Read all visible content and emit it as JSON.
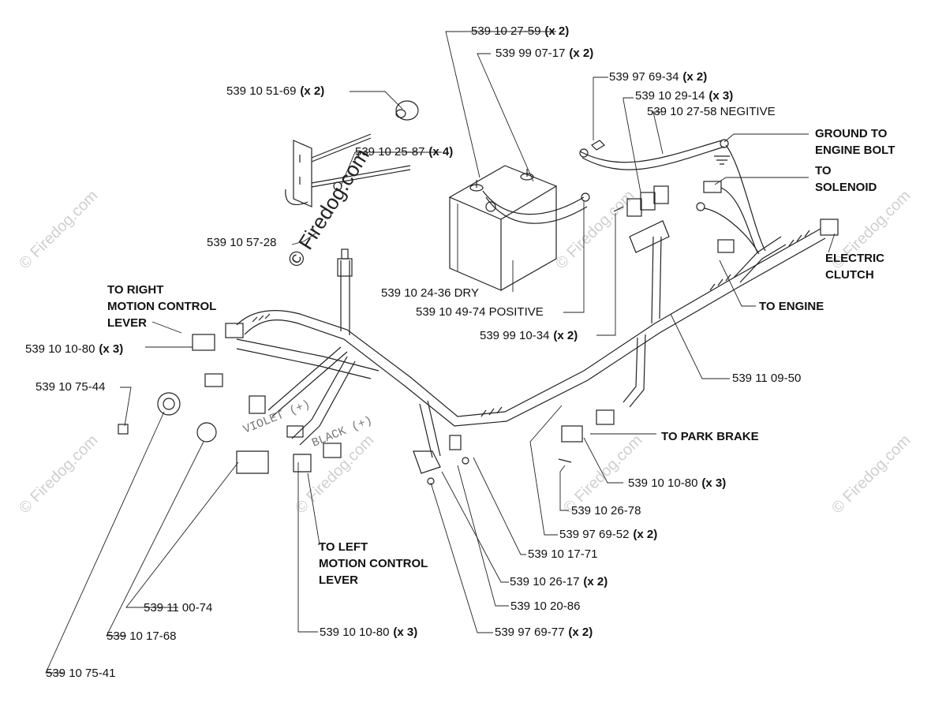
{
  "watermarks": {
    "main": "© Firedog.com",
    "small": "© Firedog.com"
  },
  "wire_text": {
    "violet": "VIOLET (+)",
    "black": "BLACK (+)"
  },
  "parts": {
    "p_27_59": {
      "num": "539 10 27-59",
      "qty": "(x 2)"
    },
    "p_07_17": {
      "num": "539 99 07-17",
      "qty": "(x 2)"
    },
    "p_69_34": {
      "num": "539 97 69-34",
      "qty": "(x 2)"
    },
    "p_29_14": {
      "num": "539 10 29-14",
      "qty": "(x 3)"
    },
    "p_27_58": {
      "num": "539 10 27-58 NEGITIVE",
      "qty": ""
    },
    "p_51_69": {
      "num": "539 10 51-69",
      "qty": "(x 2)"
    },
    "p_25_87": {
      "num": "539 10 25-87",
      "qty": "(x 4)"
    },
    "p_57_28": {
      "num": "539 10 57-28",
      "qty": ""
    },
    "p_24_36": {
      "num": "539 10 24-36 DRY",
      "qty": ""
    },
    "p_49_74": {
      "num": "539 10 49-74 POSITIVE",
      "qty": ""
    },
    "p_10_34": {
      "num": "539 99 10-34",
      "qty": "(x 2)"
    },
    "p_10_80_a": {
      "num": "539 10 10-80",
      "qty": "(x 3)"
    },
    "p_75_44": {
      "num": "539 10 75-44",
      "qty": ""
    },
    "p_09_50": {
      "num": "539 11 09-50",
      "qty": ""
    },
    "p_10_80_b": {
      "num": "539 10 10-80",
      "qty": "(x 3)"
    },
    "p_26_78": {
      "num": "539 10 26-78",
      "qty": ""
    },
    "p_69_52": {
      "num": "539 97 69-52",
      "qty": "(x 2)"
    },
    "p_17_71": {
      "num": "539 10 17-71",
      "qty": ""
    },
    "p_26_17": {
      "num": "539 10 26-17",
      "qty": "(x 2)"
    },
    "p_20_86": {
      "num": "539 10 20-86",
      "qty": ""
    },
    "p_00_74": {
      "num": "539 11 00-74",
      "qty": ""
    },
    "p_69_77": {
      "num": "539 97 69-77",
      "qty": "(x 2)"
    },
    "p_17_68": {
      "num": "539 10 17-68",
      "qty": ""
    },
    "p_10_80_c": {
      "num": "539 10 10-80",
      "qty": "(x 3)"
    },
    "p_75_41": {
      "num": "539 10 75-41",
      "qty": ""
    }
  },
  "notes": {
    "ground": "GROUND TO\nENGINE BOLT",
    "solenoid": "TO\nSOLENOID",
    "clutch": "ELECTRIC\nCLUTCH",
    "engine": "TO ENGINE",
    "right_lever": "TO RIGHT\nMOTION CONTROL\nLEVER",
    "park_brake": "TO PARK BRAKE",
    "left_lever": "TO LEFT\nMOTION CONTROL\nLEVER"
  }
}
